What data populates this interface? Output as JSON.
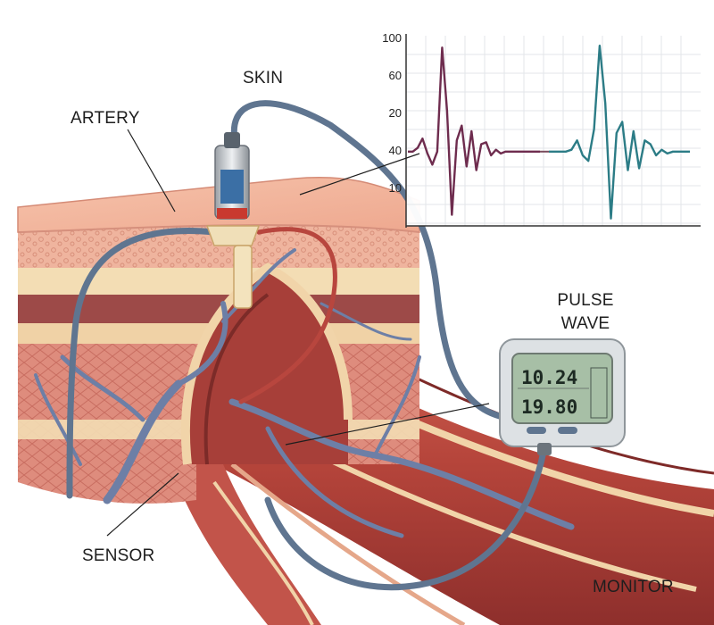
{
  "labels": {
    "skin": "SKIN",
    "artery": "ARTERY",
    "pulse_line1": "PULSE",
    "pulse_line2": "WAVE",
    "sensor": "SENSOR",
    "monitor": "MONITOR"
  },
  "monitor_display": {
    "reading_top": "10.24",
    "reading_bottom": "19.80"
  },
  "chart_data": {
    "type": "line",
    "y_tick_labels": [
      "100",
      "60",
      "20",
      "40",
      "10"
    ],
    "grid": true,
    "series": [
      {
        "color": "#6e2c4e",
        "values": [
          40,
          40,
          42,
          47,
          39,
          33,
          40,
          96,
          62,
          6,
          46,
          54,
          32,
          51,
          30,
          44,
          45,
          38,
          41,
          39,
          40,
          40,
          40,
          40,
          40,
          40,
          40,
          40
        ]
      },
      {
        "color": "#2c7c86",
        "values": [
          40,
          40,
          40,
          40,
          41,
          46,
          38,
          35,
          52,
          97,
          66,
          4,
          50,
          56,
          30,
          51,
          31,
          46,
          44,
          38,
          41,
          39,
          40,
          40,
          40,
          40
        ]
      }
    ]
  },
  "colors": {
    "skin": "#f2b39a",
    "tissue": "#d9776a",
    "artery": "#b8463e",
    "vein": "#6d7fa6",
    "fat": "#f3ddb4",
    "cable": "#5f7590"
  }
}
